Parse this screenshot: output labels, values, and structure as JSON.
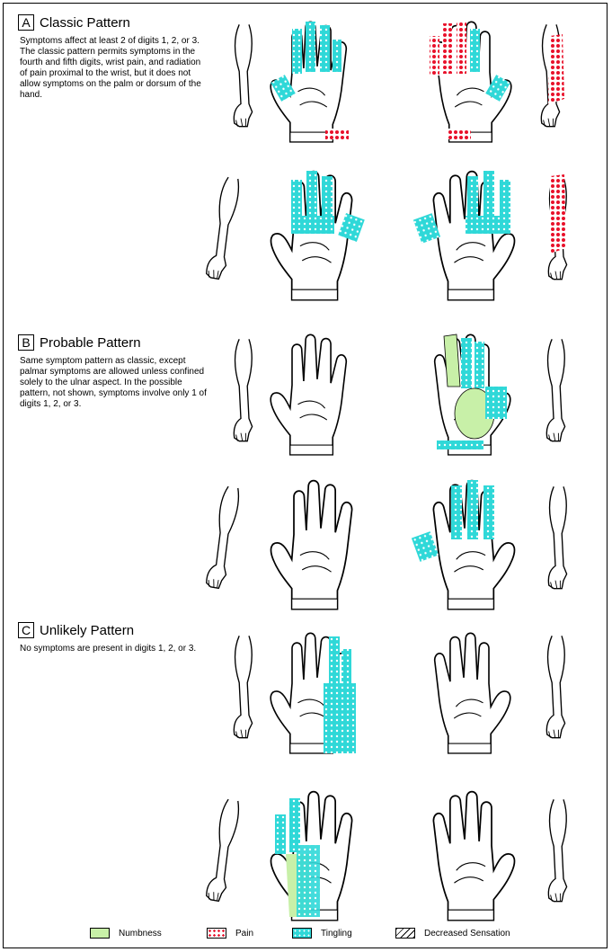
{
  "sections": [
    {
      "letter": "A",
      "title": "Classic Pattern",
      "description": "Symptoms affect at least 2 of digits 1, 2, or 3.  The classic pattern permits symptoms in the fourth and fifth digits, wrist pain, and radiation of pain proximal to the wrist, but it does not allow symptoms on the palm or dorsum of the hand."
    },
    {
      "letter": "B",
      "title": "Probable Pattern",
      "description": "Same symptom pattern as classic, except palmar symptoms are allowed unless confined solely to the ulnar aspect.  In the possible pattern, not shown, symptoms involve only 1 of digits 1, 2, or 3."
    },
    {
      "letter": "C",
      "title": "Unlikely Pattern",
      "description": "No symptoms are present in digits 1, 2, or 3."
    }
  ],
  "legend": [
    {
      "label": "Numbness",
      "color": "#c8f0a8",
      "pattern": "solid"
    },
    {
      "label": "Pain",
      "color": "#e8102a",
      "pattern": "dots"
    },
    {
      "label": "Tingling",
      "color": "#2fd8d8",
      "pattern": "dots"
    },
    {
      "label": "Decreased Sensation",
      "color": "#ffffff",
      "pattern": "hatch"
    }
  ],
  "colors": {
    "numbness": "#c8f0a8",
    "pain": "#e8102a",
    "tingling": "#2fd8d8",
    "outline": "#000000"
  }
}
